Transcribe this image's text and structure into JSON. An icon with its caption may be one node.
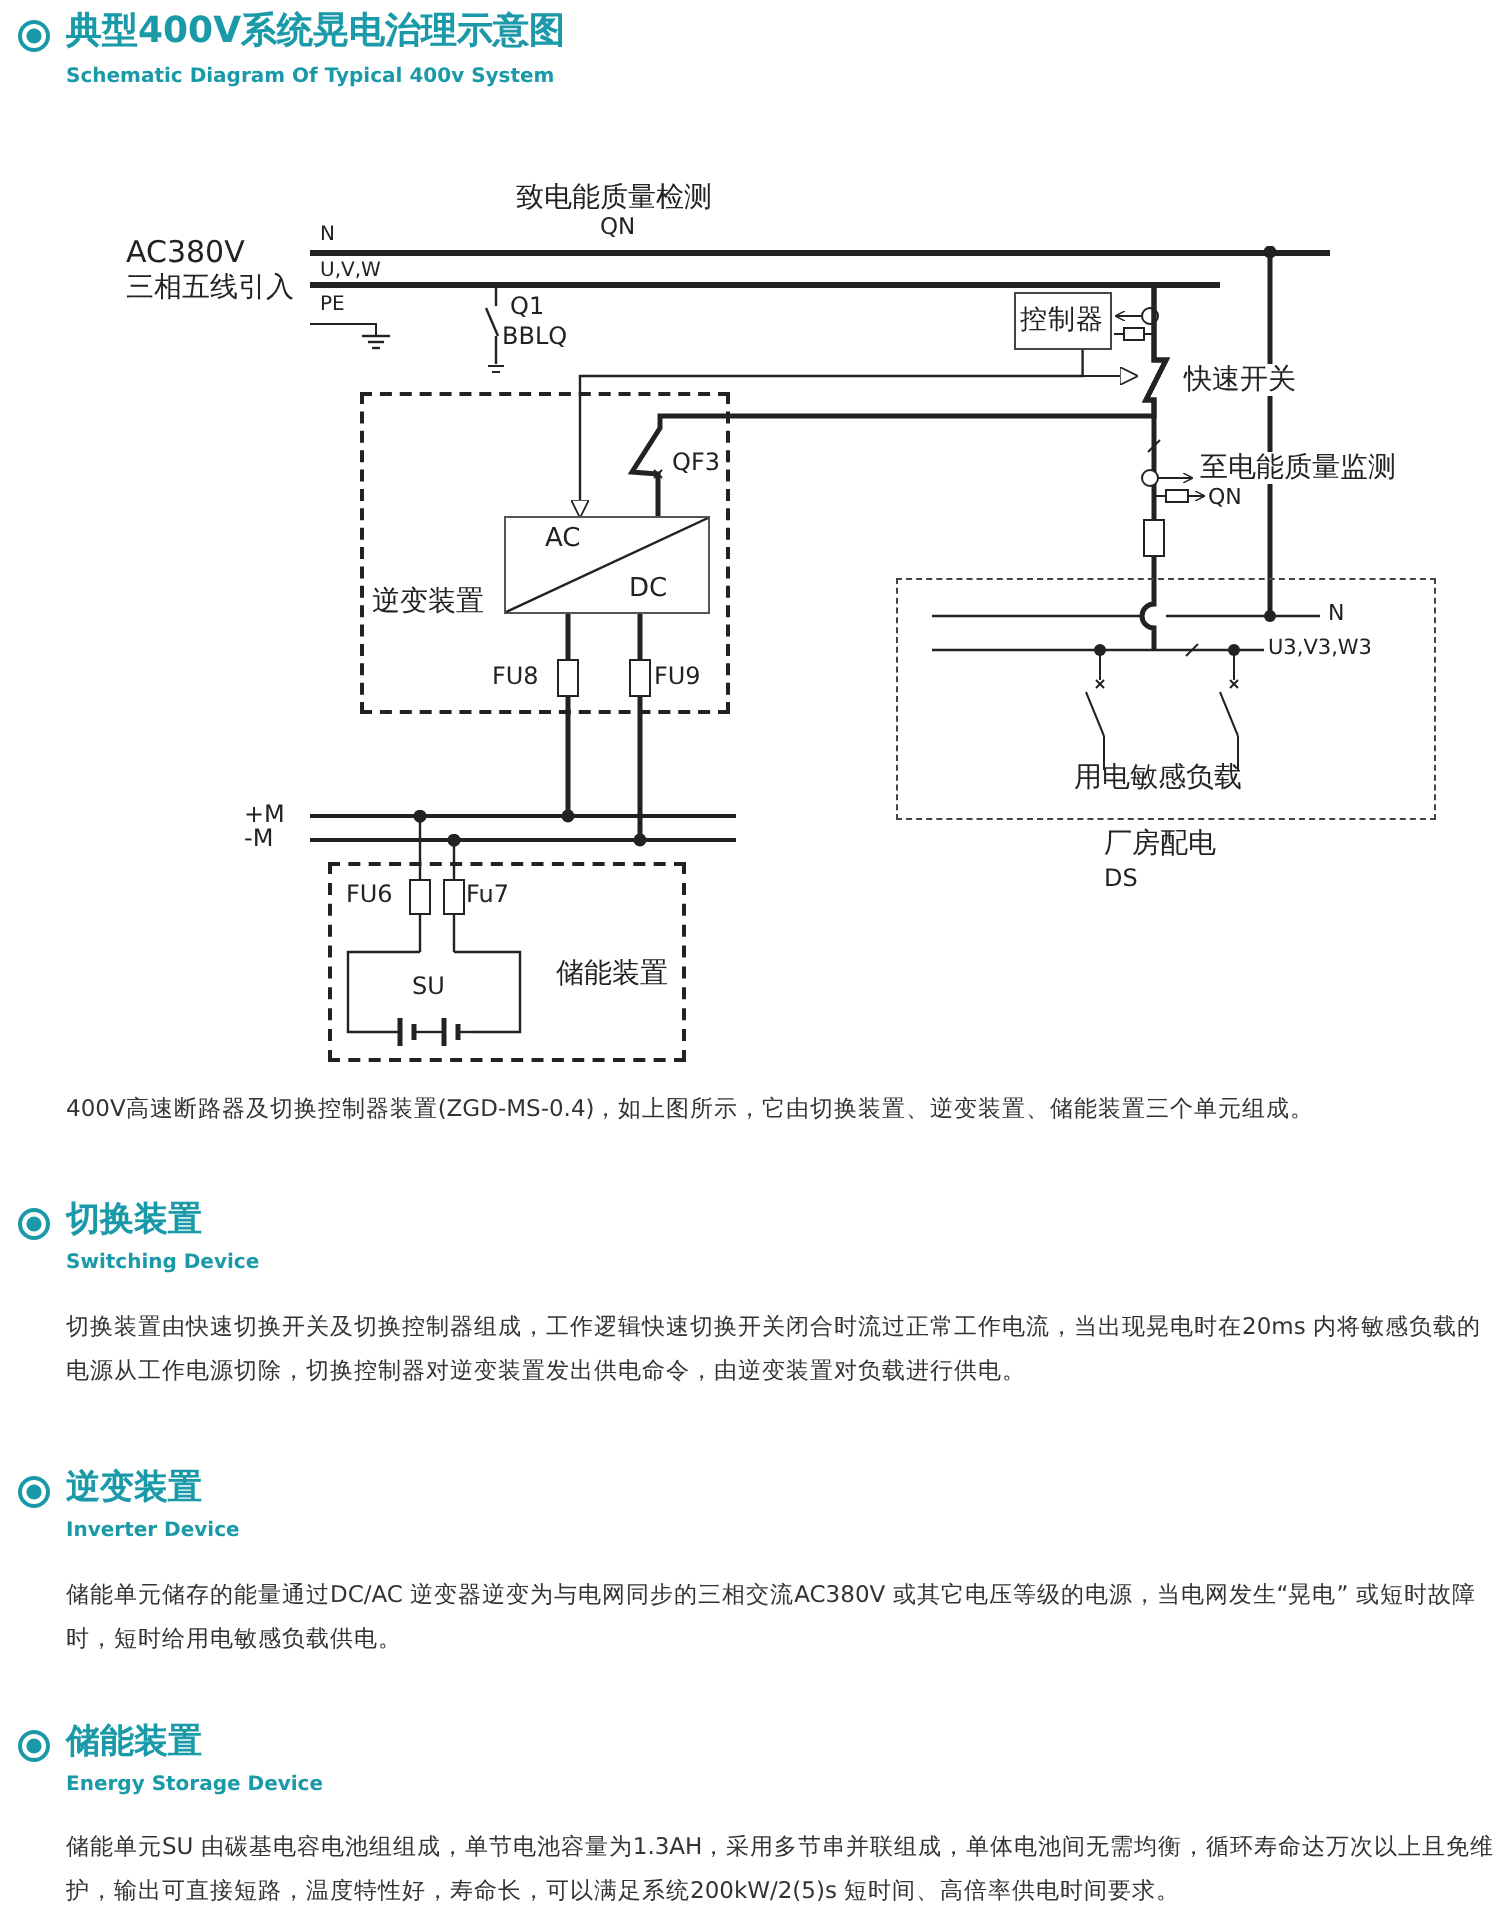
{
  "diagram": {
    "title": "典型400V系统晃电治理示意图",
    "nodes": [
      {
        "text": [
          "逆变装置"
        ]
      },
      {
        "text": [
          "AC",
          "DC"
        ],
        "in": 0
      },
      {
        "text": [
          "储能装置"
        ]
      },
      {
        "text": [
          "用电敏感负载"
        ],
        "beside": [
          "厂房配电",
          "DS"
        ]
      },
      {
        "text": [
          "控制器"
        ]
      },
      {
        "text": [],
        "shape": "bar"
      },
      {
        "text": [],
        "shape": "bar"
      },
      {
        "text": [],
        "shape": "bar"
      },
      {
        "text": [],
        "shape": "bar"
      }
    ],
    "edges": [
      {
        "from": 4,
        "to": 1,
        "arrow": "to"
      },
      {
        "from": 6,
        "to": 3,
        "arrow": "none"
      },
      {
        "from": 6,
        "to": 1,
        "arrow": "none"
      },
      {
        "from": 5,
        "to": 3,
        "arrow": "other"
      },
      {
        "from": 1,
        "to": 7,
        "arrow": "other"
      },
      {
        "from": 1,
        "to": 8,
        "arrow": "other"
      },
      {
        "from": 7,
        "to": 2,
        "arrow": "other"
      },
      {
        "from": 8,
        "to": 2,
        "arrow": "other"
      }
    ],
    "labels": [
      "Schematic Diagram Of Typical 400v System",
      "AC380V",
      "三相五线引入",
      "N",
      "U,V,W",
      "PE",
      "致电能质量检测",
      "QN",
      "Q1",
      "BBLQ",
      "快速开关",
      "QF3",
      "至电能质量监测",
      "QN",
      "FU8",
      "FU9",
      "N",
      "U3,V3,W3",
      "+M",
      "-M",
      "FU6",
      "Fu7",
      "SU",
      "400V高速断路器及切换控制器装置(ZGD-MS-0.4)，如上图所示，它由切换装置、逆变装置、储能装置三个单元组成。",
      "切换装置",
      "Switching Device",
      "切换装置由快速切换开关及切换控制器组成，工作逻辑快速切换开关闭合时流过正常工作电流，当出现晃电时在20ms 内将敏感负载的电源从工作电源切除，切换控制器对逆变装置发出供电命令，由逆变装置对负载进行供电。",
      "逆变装置",
      "Inverter Device",
      "储能单元储存的能量通过DC/AC 逆变器逆变为与电网同步的三相交流AC380V 或其它电压等级的电源，当电网发生“晃电” 或短时故障时，短时给用电敏感负载供电。",
      "储能装置",
      "Energy Storage Device",
      "储能单元SU 由碳基电容电池组组成，单节电池容量为1.3AH，采用多节串并联组成，单体电池间无需均衡，循环寿命达万次以上且免维护，输出可直接短路，温度特性好，寿命长，可以满足系统200kW/2(5)s 短时间、高倍率供电时间要求。"
    ]
  }
}
